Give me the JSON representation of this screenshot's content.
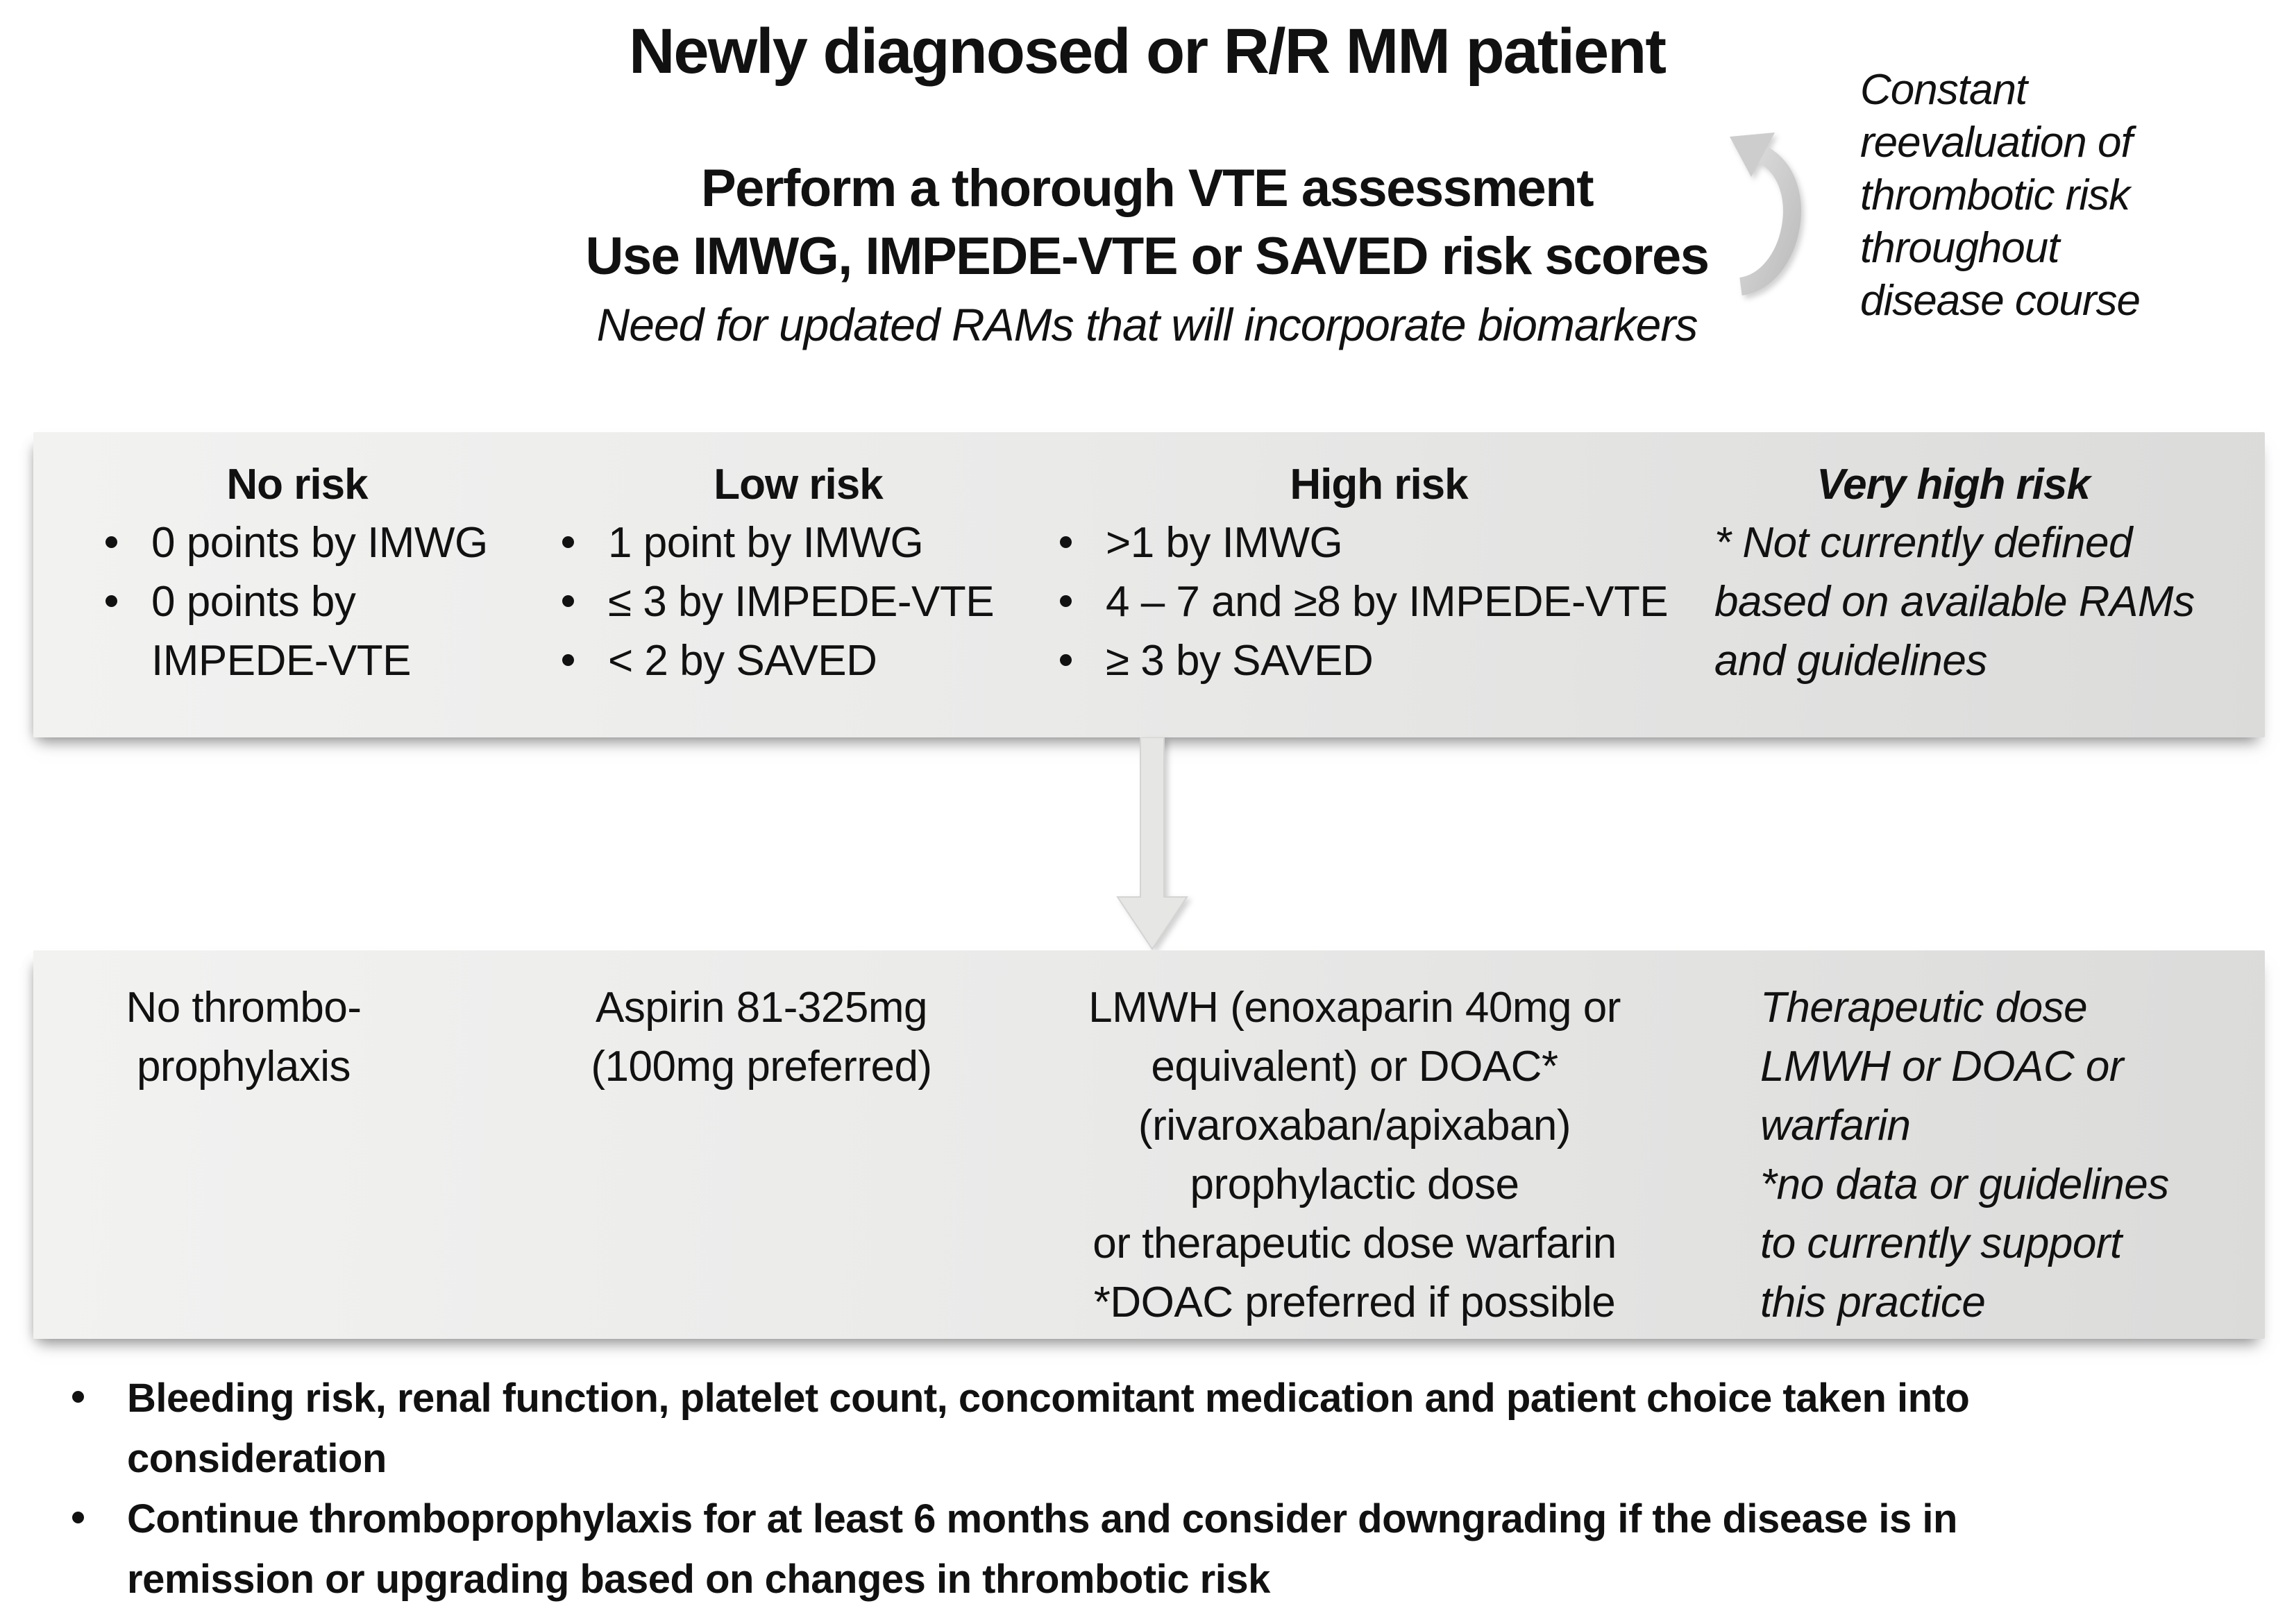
{
  "colors": {
    "background": "#ffffff",
    "text": "#111111",
    "box_gradient_start": "#f2f2f1",
    "box_gradient_end": "#dbdbda",
    "cycle_arrow_gray": "#c9c9c9",
    "flow_arrow_fill": "#e6e6e5"
  },
  "header": {
    "title": "Newly diagnosed or R/R MM patient",
    "subtitle_line1": "Perform a thorough VTE assessment",
    "subtitle_line2": "Use IMWG, IMPEDE-VTE or SAVED risk scores",
    "note": "Need for updated RAMs that will incorporate biomarkers"
  },
  "reevaluation_note": {
    "lines": [
      "Constant",
      "reevaluation of",
      "thrombotic risk",
      "throughout",
      "disease course"
    ]
  },
  "risk_box": {
    "columns": [
      {
        "title": "No risk",
        "items": [
          "0 points by IMWG",
          "0 points by\nIMPEDE-VTE"
        ]
      },
      {
        "title": "Low risk",
        "items": [
          "1 point by IMWG",
          "≤ 3 by IMPEDE-VTE",
          "< 2 by SAVED"
        ]
      },
      {
        "title": "High risk",
        "items": [
          ">1 by IMWG",
          "4 – 7 and ≥8 by IMPEDE-VTE",
          "≥ 3 by SAVED"
        ]
      },
      {
        "title": "Very high risk",
        "note_lines": [
          "* Not currently defined",
          "based on available RAMs",
          "and guidelines"
        ]
      }
    ]
  },
  "treatment_box": {
    "columns": [
      {
        "lines": [
          "No thrombo-",
          "prophylaxis"
        ]
      },
      {
        "lines": [
          "Aspirin 81-325mg",
          "(100mg preferred)"
        ]
      },
      {
        "lines": [
          "LMWH (enoxaparin 40mg or",
          "equivalent) or DOAC*",
          "(rivaroxaban/apixaban)",
          "prophylactic dose",
          "or therapeutic dose warfarin",
          "*DOAC preferred if possible"
        ]
      },
      {
        "lines": [
          "Therapeutic dose",
          "LMWH or DOAC or",
          "warfarin",
          "*no data or guidelines",
          "to currently support",
          "this practice"
        ]
      }
    ]
  },
  "footnotes": [
    {
      "lines": [
        "Bleeding risk, renal function, platelet count, concomitant medication and patient choice taken into",
        "consideration"
      ]
    },
    {
      "lines": [
        "Continue thromboprophylaxis for at least 6 months and consider downgrading if the disease is in",
        "remission or upgrading based on changes in thrombotic risk"
      ]
    }
  ]
}
